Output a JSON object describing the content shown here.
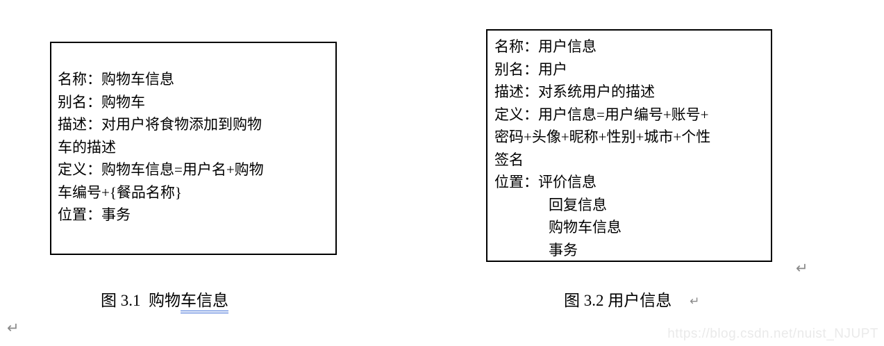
{
  "figure": {
    "box_cart": {
      "lines": [
        "名称：购物车信息",
        "别名：购物车",
        "描述：对用户将食物添加到购物",
        "车的描述",
        "定义：购物车信息=用户名+购物",
        "车编号+{餐品名称}",
        "位置：事务"
      ]
    },
    "box_user": {
      "lines": [
        "名称：用户信息",
        "别名：用户",
        "描述：对系统用户的描述",
        "定义：用户信息=用户编号+账号+",
        "密码+头像+昵称+性别+城市+个性",
        "签名",
        "位置：评价信息",
        "回复信息",
        "购物车信息",
        "事务"
      ]
    },
    "caption_cart": {
      "prefix": "图 3.1  购物",
      "underlined": "车信息"
    },
    "caption_user": "图 3.2 用户信息"
  },
  "paragraph_mark": "↵",
  "watermark": "https://blog.csdn.net/nuist_NJUPT",
  "colors": {
    "border": "#000000",
    "grammar_underline": "#3B6BD5",
    "paragraph_mark": "#8A8A8A",
    "watermark": "#EAEAEA"
  }
}
